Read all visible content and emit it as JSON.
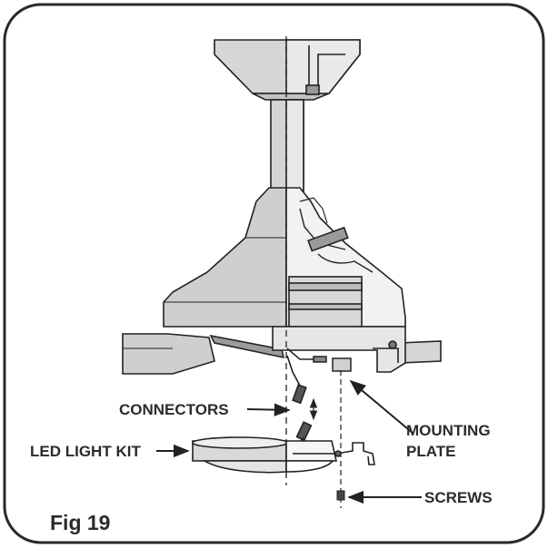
{
  "figure": {
    "caption": "Fig 19"
  },
  "labels": {
    "connectors": "CONNECTORS",
    "led_light_kit": "LED LIGHT KIT",
    "mounting_plate_line1": "MOUNTING",
    "mounting_plate_line2": "PLATE",
    "screws": "SCREWS"
  }
}
